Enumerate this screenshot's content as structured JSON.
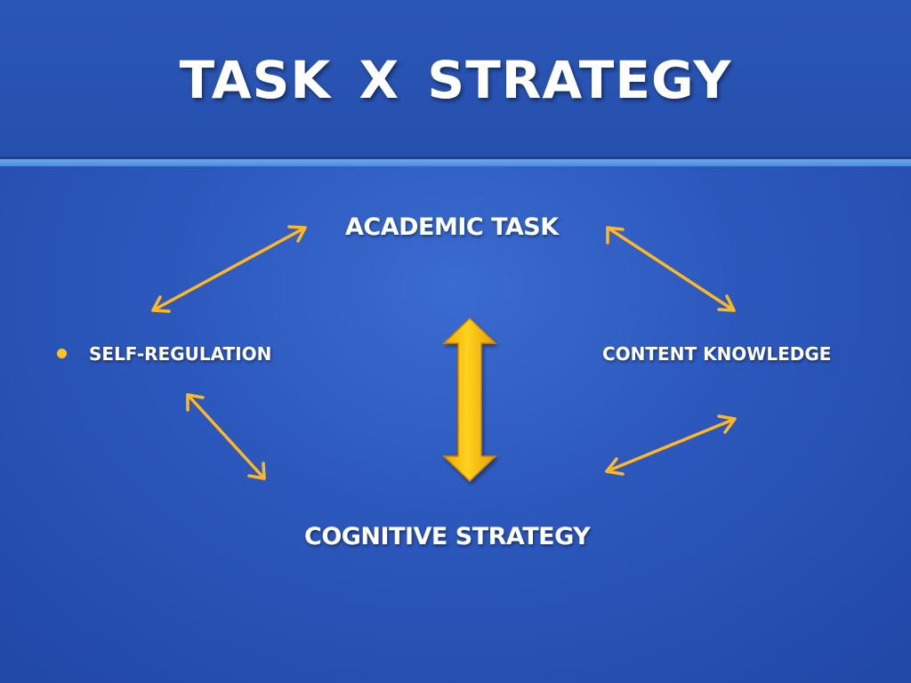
{
  "slide": {
    "title": "TASK X STRATEGY"
  },
  "diagram": {
    "nodes": {
      "academic_task": "ACADEMIC TASK",
      "content_knowledge": "CONTENT KNOWLEDGE",
      "self_regulation": "SELF-REGULATION",
      "cognitive_strategy": "COGNITIVE STRATEGY"
    },
    "colors": {
      "arrow": "#ffb824",
      "big_arrow_fill": "#ffc61a",
      "bullet": "#ffc21e",
      "background": "#2c58bd",
      "rule": "#5b97e6"
    },
    "connections": [
      {
        "from": "self_regulation",
        "to": "academic_task",
        "type": "double-arrow"
      },
      {
        "from": "academic_task",
        "to": "content_knowledge",
        "type": "double-arrow"
      },
      {
        "from": "self_regulation",
        "to": "cognitive_strategy",
        "type": "double-arrow"
      },
      {
        "from": "content_knowledge",
        "to": "cognitive_strategy",
        "type": "double-arrow"
      },
      {
        "from": "academic_task",
        "to": "cognitive_strategy",
        "type": "block-double-arrow"
      }
    ]
  }
}
